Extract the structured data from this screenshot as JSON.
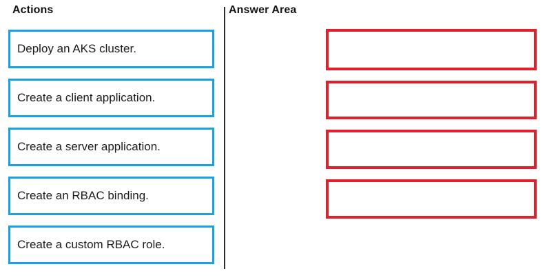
{
  "columns": {
    "actions_heading": "Actions",
    "answer_heading": "Answer Area"
  },
  "colors": {
    "action_border": "#1BA1E2",
    "answer_border": "#E2202B",
    "divider": "#2B2B2B",
    "text": "#1C1C1C",
    "background": "#FFFFFF"
  },
  "actions": [
    {
      "label": "Deploy an AKS cluster."
    },
    {
      "label": "Create a client application."
    },
    {
      "label": "Create a server application."
    },
    {
      "label": "Create an RBAC binding."
    },
    {
      "label": "Create a custom RBAC role."
    }
  ],
  "answer_slots": [
    {
      "label": ""
    },
    {
      "label": ""
    },
    {
      "label": ""
    },
    {
      "label": ""
    }
  ]
}
